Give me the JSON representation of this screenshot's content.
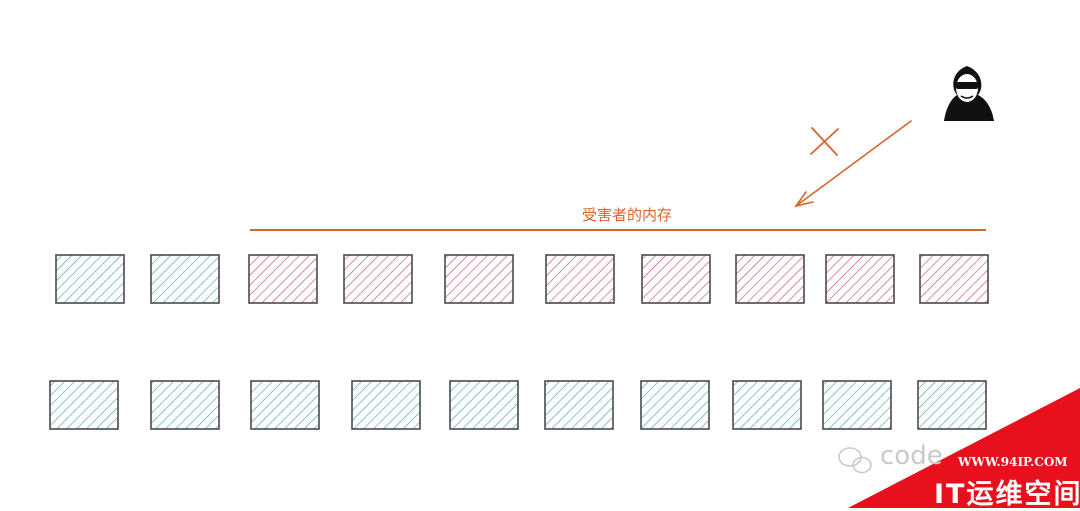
{
  "labels": {
    "victim_memory": "受害者的内存"
  },
  "watermark": {
    "account_text": "code",
    "site_url": "WWW.94IP.COM",
    "site_name": "IT运维空间"
  },
  "colors": {
    "victim_fill": "#cf4f6c",
    "normal_fill": "#4ba3b3",
    "stroke": "#4a4a4a",
    "accent": "#d9652b",
    "corner_banner": "#e8101c"
  },
  "rows": [
    {
      "cells": [
        "normal",
        "normal",
        "victim",
        "victim",
        "victim",
        "victim",
        "victim",
        "victim",
        "victim",
        "victim"
      ]
    },
    {
      "cells": [
        "normal",
        "normal",
        "normal",
        "normal",
        "normal",
        "normal",
        "normal",
        "normal",
        "normal",
        "normal"
      ]
    }
  ],
  "icons": {
    "attacker": "hacker-hood-icon",
    "blocked": "cross-mark-icon",
    "attack_arrow": "arrow-icon",
    "wechat": "wechat-icon"
  }
}
